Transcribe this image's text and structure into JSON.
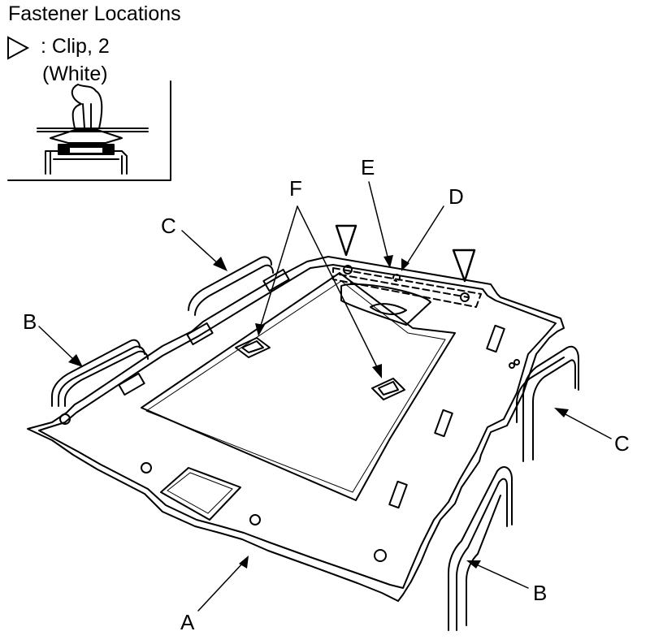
{
  "title": "Fastener Locations",
  "legend": {
    "symbol_icon": "triangle-outline-icon",
    "text": ": Clip, 2",
    "color": "(White)"
  },
  "callouts": {
    "A": "A",
    "B_left": "B",
    "B_right": "B",
    "C_left": "C",
    "C_right": "C",
    "D": "D",
    "E": "E",
    "F": "F"
  }
}
